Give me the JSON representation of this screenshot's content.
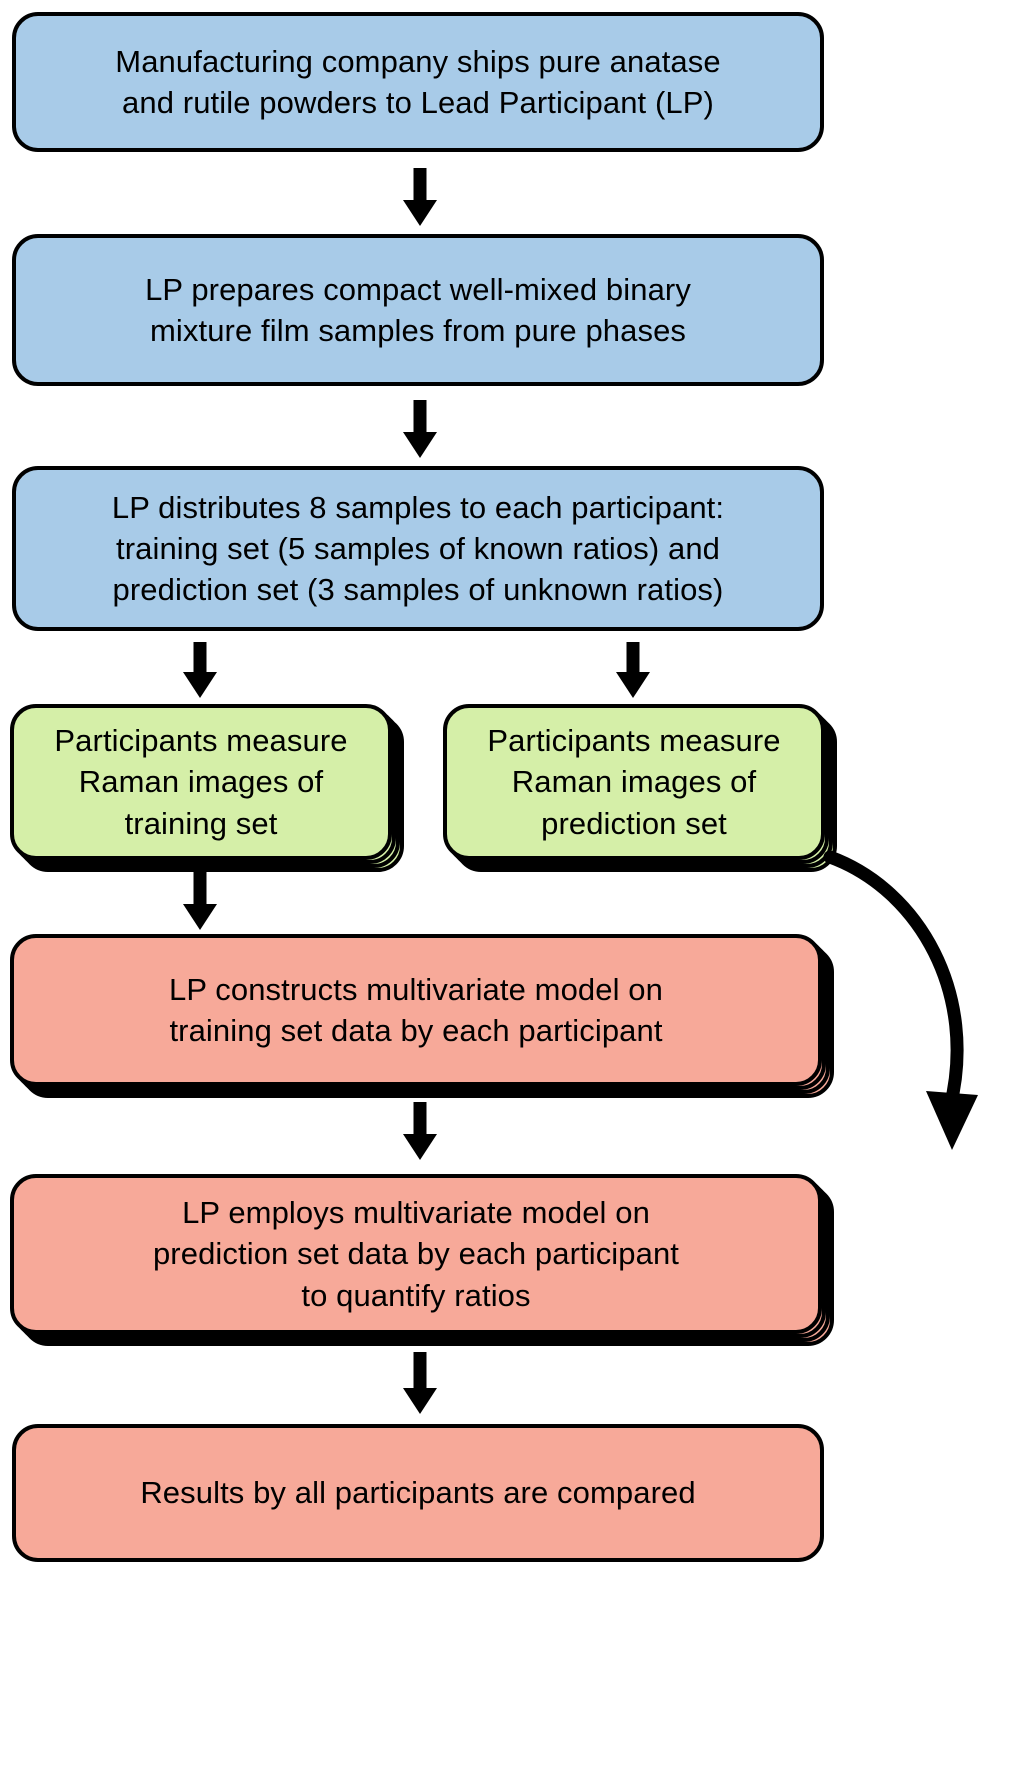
{
  "diagram": {
    "title": "Interlaboratory study workflow flowchart",
    "background_color": "#ffffff",
    "colors": {
      "blue_node": "#a8cbe8",
      "green_node": "#d5efa8",
      "pink_node": "#f7a999",
      "outline": "#000000",
      "arrow": "#000000"
    },
    "nodes": [
      {
        "id": "n1",
        "text": "Manufacturing company ships pure anatase\nand rutile powders to Lead Participant (LP)",
        "color_group": "blue",
        "stacked": false
      },
      {
        "id": "n2",
        "text": "LP prepares compact well-mixed binary\nmixture film samples from pure phases",
        "color_group": "blue",
        "stacked": false
      },
      {
        "id": "n3",
        "text": "LP distributes 8 samples to each participant:\ntraining set (5 samples of known ratios) and\nprediction set (3 samples of unknown ratios)",
        "color_group": "blue",
        "stacked": false
      },
      {
        "id": "n4",
        "text": "Participants measure\nRaman images of\ntraining set",
        "color_group": "green",
        "stacked": true
      },
      {
        "id": "n5",
        "text": "Participants measure\nRaman images of\nprediction set",
        "color_group": "green",
        "stacked": true
      },
      {
        "id": "n6",
        "text": "LP constructs multivariate model on\ntraining set data by each participant",
        "color_group": "pink",
        "stacked": true
      },
      {
        "id": "n7",
        "text": "LP employs multivariate model on\nprediction set data by each participant\nto quantify ratios",
        "color_group": "pink",
        "stacked": true
      },
      {
        "id": "n8",
        "text": "Results by all participants are compared",
        "color_group": "pink",
        "stacked": false
      }
    ],
    "edges": [
      {
        "id": "e1",
        "from": "n1",
        "to": "n2",
        "style": "straight-down"
      },
      {
        "id": "e2",
        "from": "n2",
        "to": "n3",
        "style": "straight-down"
      },
      {
        "id": "e3",
        "from": "n3",
        "to": "n4",
        "style": "straight-down"
      },
      {
        "id": "e4",
        "from": "n3",
        "to": "n5",
        "style": "straight-down"
      },
      {
        "id": "e5",
        "from": "n4",
        "to": "n6",
        "style": "straight-down"
      },
      {
        "id": "e6",
        "from": "n6",
        "to": "n7",
        "style": "straight-down"
      },
      {
        "id": "e7",
        "from": "n7",
        "to": "n8",
        "style": "straight-down"
      },
      {
        "id": "e8",
        "from": "n5",
        "to": "n7",
        "style": "curved-right"
      }
    ]
  }
}
